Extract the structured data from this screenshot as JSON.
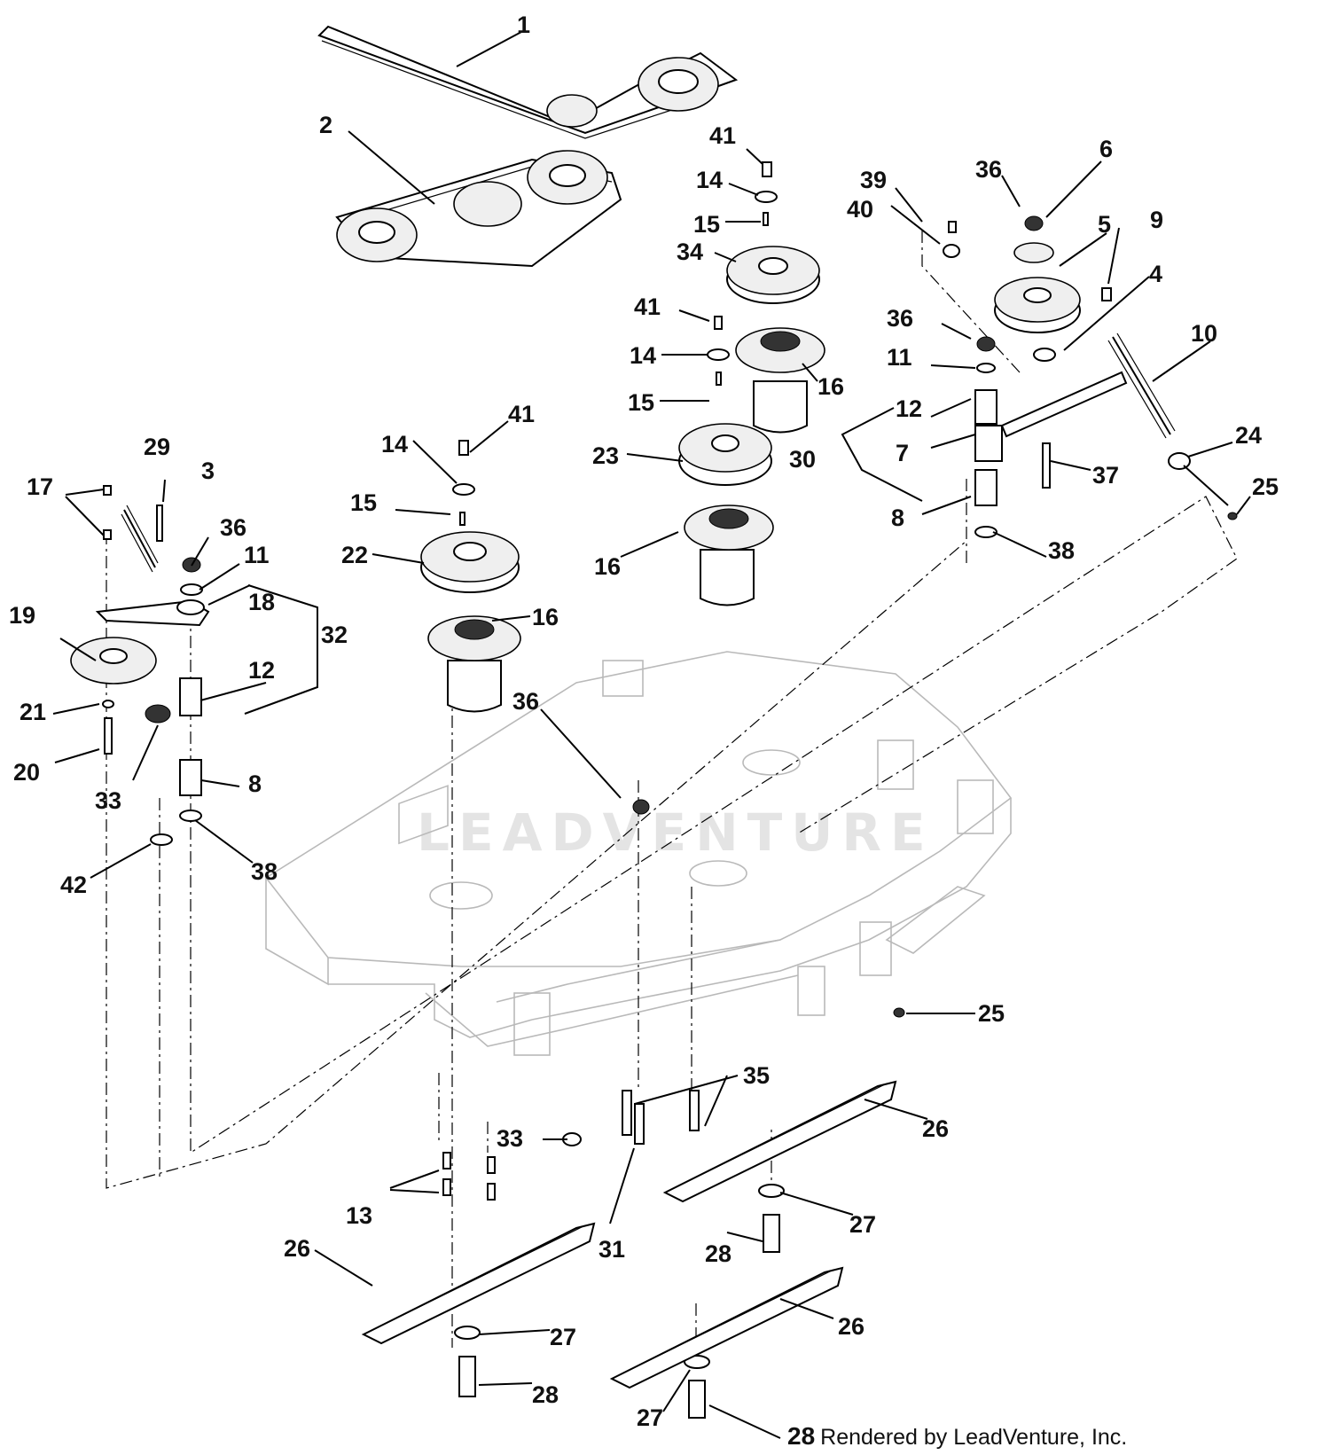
{
  "callouts": [
    "1",
    "2",
    "3",
    "4",
    "5",
    "6",
    "7",
    "8",
    "9",
    "10",
    "11",
    "12",
    "13",
    "14",
    "15",
    "16",
    "17",
    "18",
    "19",
    "20",
    "21",
    "22",
    "23",
    "24",
    "25",
    "26",
    "27",
    "28",
    "29",
    "30",
    "31",
    "32",
    "33",
    "34",
    "35",
    "36",
    "37",
    "38",
    "39",
    "40",
    "41",
    "42"
  ],
  "watermark": "LEADVENTURE",
  "footer": {
    "last_callout": "28",
    "credit": "Rendered by LeadVenture, Inc."
  }
}
